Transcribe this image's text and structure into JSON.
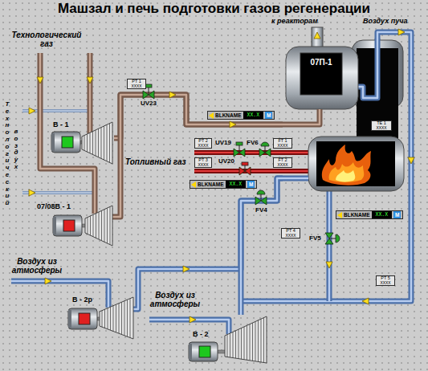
{
  "diagram": {
    "title": "Машзал и печь подготовки газов регенерации",
    "nodes": [
      {
        "text": [
          "07П-1"
        ]
      },
      {
        "text": [
          "PT 1",
          "XXXX"
        ]
      },
      {
        "text": [
          "BLKNAME",
          "XX.X",
          "M"
        ]
      },
      {
        "text": [
          "В - 1"
        ]
      },
      {
        "text": [
          "TE 1",
          "XXXX"
        ],
        "in": 0
      },
      {
        "text": [
          "PT 2",
          "XXXX"
        ]
      },
      {
        "text": [
          "FT 1",
          "XXXX"
        ]
      },
      {
        "text": [
          "PT 3",
          "XXXX"
        ]
      },
      {
        "text": [
          "FT 2",
          "XXXX"
        ]
      },
      {
        "text": [
          "BLKNAME",
          "XX.X",
          "M"
        ]
      },
      {
        "text": [
          "07/08В - 1"
        ]
      },
      {
        "text": [
          "BLKNAME",
          "XX.X",
          "M"
        ]
      },
      {
        "text": [
          "PT 4",
          "XXXX"
        ]
      },
      {
        "text": [
          "PT 5",
          "XXXX"
        ]
      },
      {
        "text": [
          "В - 2р"
        ]
      },
      {
        "text": [
          "В - 2"
        ]
      }
    ],
    "edges": [
      {
        "from": 3,
        "to": 0,
        "arrow": "none"
      },
      {
        "from": 10,
        "to": 0,
        "arrow": "none"
      },
      {
        "from": 14,
        "to": 0,
        "arrow": "none"
      },
      {
        "from": 15,
        "to": 0,
        "arrow": "none"
      }
    ],
    "labels": [
      "Технологический газ",
      "Технологический",
      "воздух",
      "к реакторам",
      "Воздух пуча",
      "UV23",
      "Топливный газ",
      "UV19",
      "FV6",
      "UV20",
      "FV4",
      "FV5",
      "Воздух из атмосферы",
      "Воздух из атмосферы"
    ]
  }
}
